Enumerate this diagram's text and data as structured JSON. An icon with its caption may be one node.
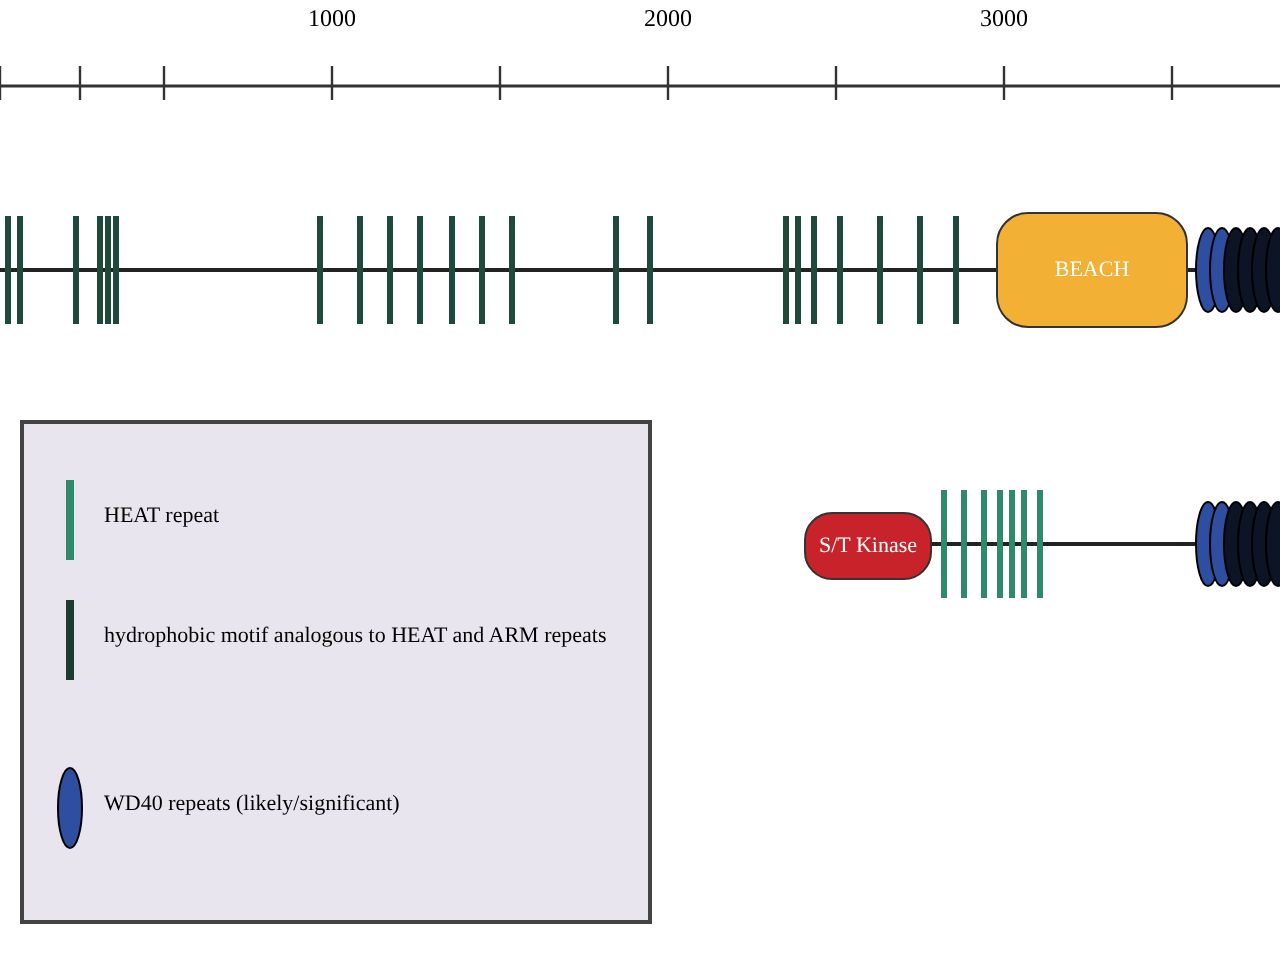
{
  "diagram": {
    "nodes": [
      {
        "text": [
          "BEACH"
        ]
      },
      {
        "text": [
          "S/T Kinase"
        ]
      }
    ],
    "edges": [],
    "labels": [
      "1000",
      "2000",
      "3000"
    ],
    "legend": [
      {
        "text": "HEAT repeat"
      },
      {
        "text": "hydrophobic motif analogous to HEAT and ARM repeats"
      },
      {
        "text": "WD40 repeats (likely/significant)"
      }
    ]
  }
}
